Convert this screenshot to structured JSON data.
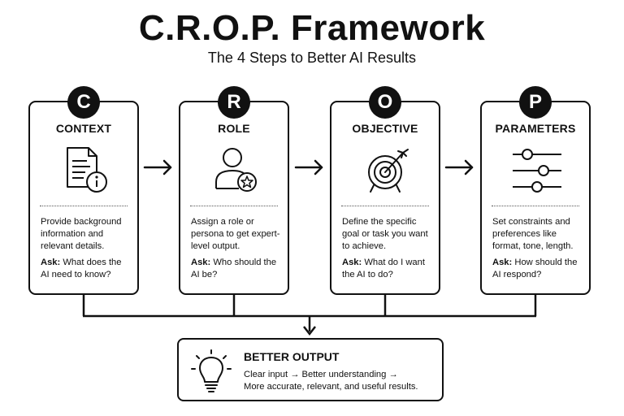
{
  "header": {
    "title": "C.R.O.P. Framework",
    "subtitle": "The 4 Steps to Better AI Results"
  },
  "steps": [
    {
      "letter": "C",
      "title": "CONTEXT",
      "icon": "document-info-icon",
      "description": "Provide background information and relevant details.",
      "ask_label": "Ask:",
      "ask_text": " What does the AI need to know?"
    },
    {
      "letter": "R",
      "title": "ROLE",
      "icon": "person-star-icon",
      "description": "Assign a role or persona to get expert-level output.",
      "ask_label": "Ask:",
      "ask_text": " Who should the AI be?"
    },
    {
      "letter": "O",
      "title": "OBJECTIVE",
      "icon": "target-arrow-icon",
      "description": "Define the specific goal or task you want to achieve.",
      "ask_label": "Ask:",
      "ask_text": " What do I want the AI to do?"
    },
    {
      "letter": "P",
      "title": "PARAMETERS",
      "icon": "sliders-icon",
      "description": "Set constraints and preferences like format, tone, length.",
      "ask_label": "Ask:",
      "ask_text": " How should the AI respond?"
    }
  ],
  "output": {
    "icon": "lightbulb-icon",
    "title": "BETTER OUTPUT",
    "line1": "Clear input → Better understanding →",
    "line2": "More accurate, relevant, and useful results."
  }
}
